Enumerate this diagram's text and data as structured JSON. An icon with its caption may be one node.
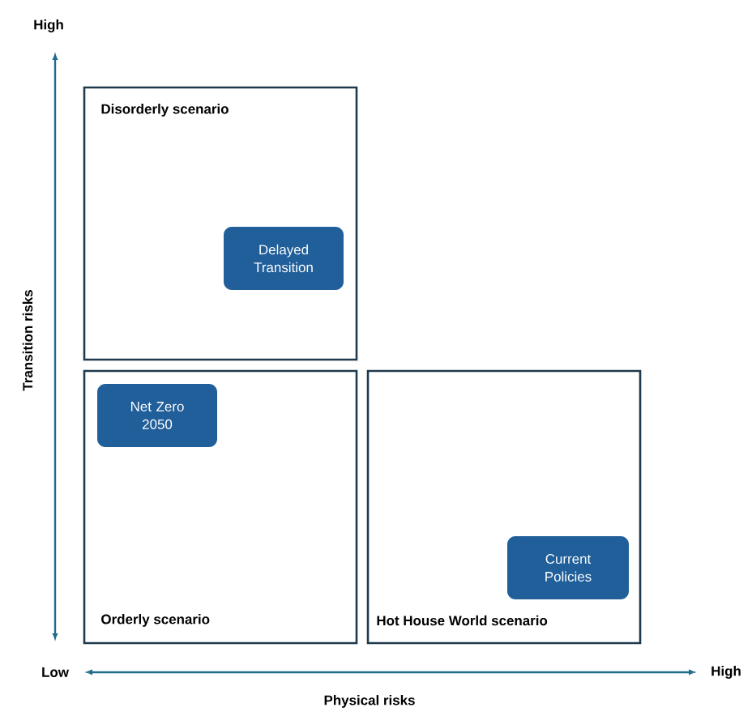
{
  "diagram": {
    "nodes": [
      {
        "text": [
          "Disorderly scenario"
        ]
      },
      {
        "text": [
          "Delayed Transition"
        ],
        "in": 0
      },
      {
        "text": [
          "Orderly scenario"
        ]
      },
      {
        "text": [
          "Net Zero 2050"
        ],
        "in": 2
      },
      {
        "text": [
          "Hot House World scenario"
        ]
      },
      {
        "text": [
          "Current Policies"
        ],
        "in": 4
      }
    ],
    "labels": [
      "High",
      "Transition risks",
      "Low",
      "High",
      "Physical risks"
    ]
  }
}
